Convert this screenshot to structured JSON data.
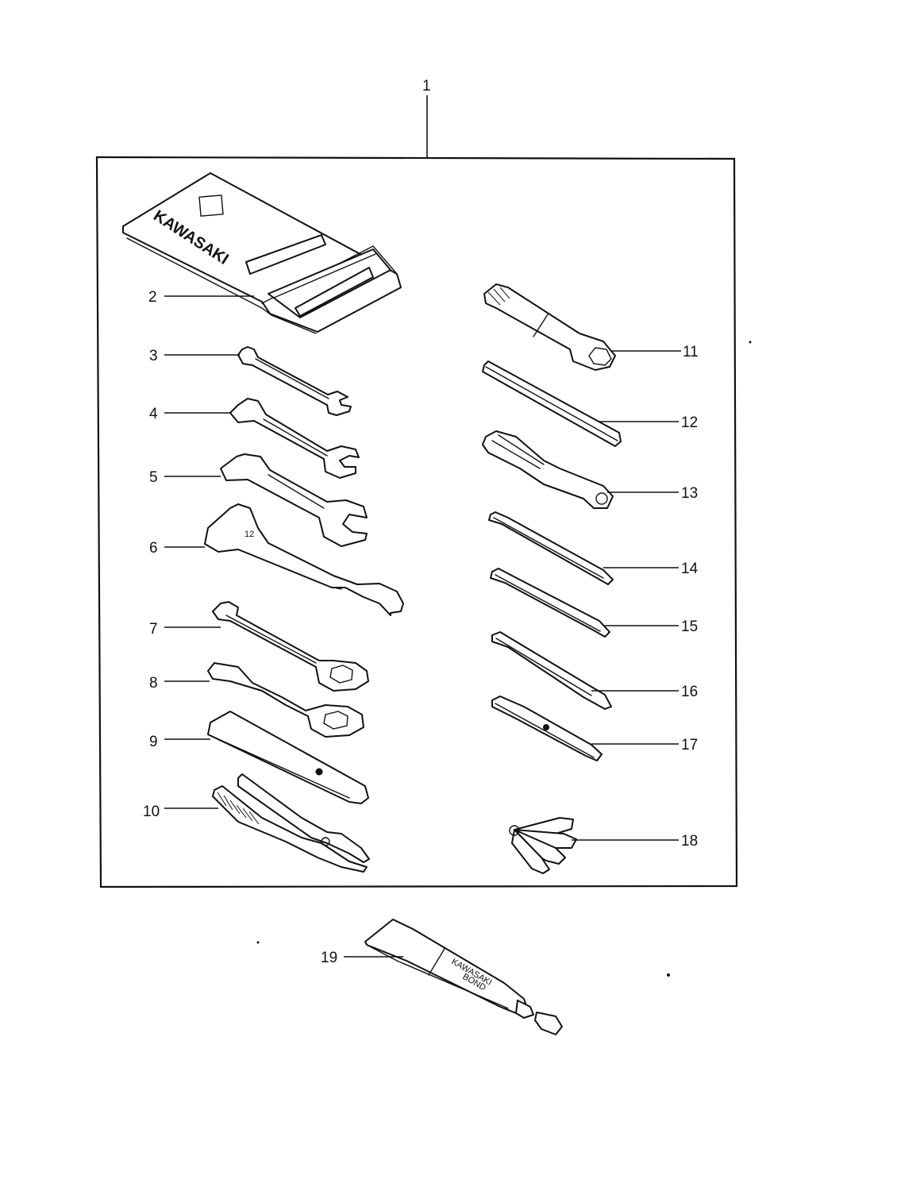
{
  "callouts": [
    {
      "id": "1",
      "label": "1"
    },
    {
      "id": "2",
      "label": "2"
    },
    {
      "id": "3",
      "label": "3"
    },
    {
      "id": "4",
      "label": "4"
    },
    {
      "id": "5",
      "label": "5"
    },
    {
      "id": "6",
      "label": "6"
    },
    {
      "id": "7",
      "label": "7"
    },
    {
      "id": "8",
      "label": "8"
    },
    {
      "id": "9",
      "label": "9"
    },
    {
      "id": "10",
      "label": "10"
    },
    {
      "id": "11",
      "label": "11"
    },
    {
      "id": "12",
      "label": "12"
    },
    {
      "id": "13",
      "label": "13"
    },
    {
      "id": "14",
      "label": "14"
    },
    {
      "id": "15",
      "label": "15"
    },
    {
      "id": "16",
      "label": "16"
    },
    {
      "id": "17",
      "label": "17"
    },
    {
      "id": "18",
      "label": "18"
    },
    {
      "id": "19",
      "label": "19"
    }
  ],
  "tool_bag": {
    "brand": "KAWASAKI"
  },
  "bond_tube": {
    "brand_line1": "KAWASAKI",
    "brand_line2": "BOND"
  }
}
